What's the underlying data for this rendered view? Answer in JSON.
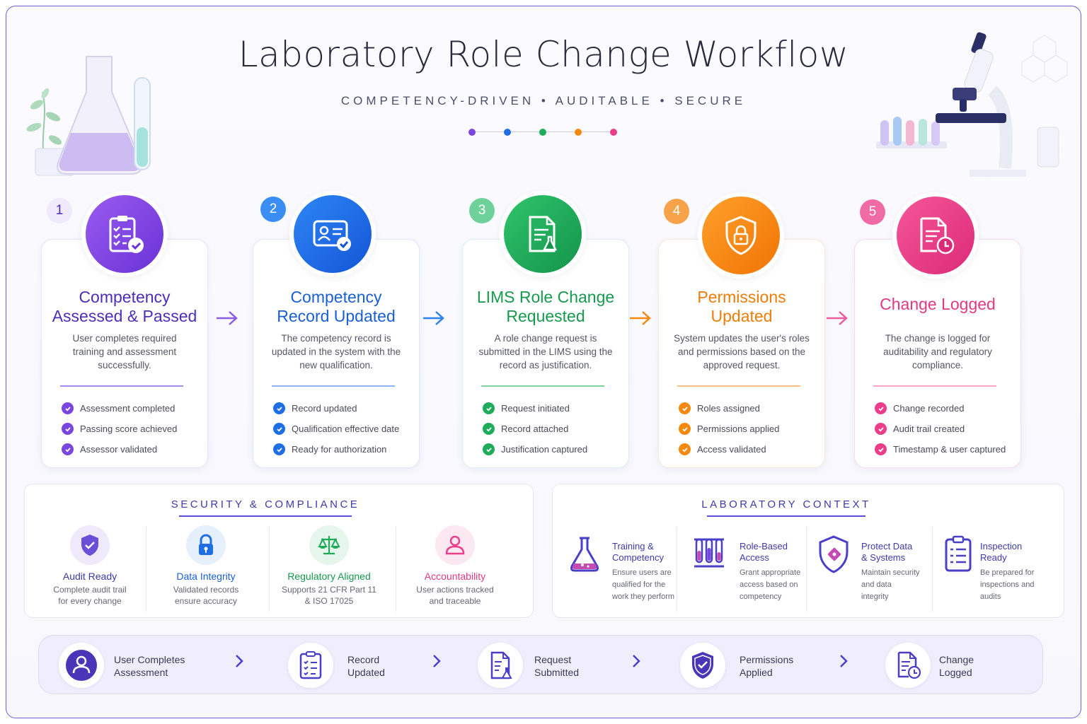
{
  "header": {
    "title": "Laboratory Role Change Workflow",
    "subtitle": "COMPETENCY-DRIVEN  •  AUDITABLE  •  SECURE"
  },
  "colors": {
    "purple": "#7a46e0",
    "blue": "#1e6fe6",
    "green": "#1eab5a",
    "orange": "#f5890f",
    "pink": "#ec3d8a",
    "accent": "#3d3aa8"
  },
  "steps": [
    {
      "number": "1",
      "title_line1": "Competency",
      "title_line2": "Assessed & Passed",
      "description": "User completes required training and assessment successfully.",
      "icon": "clipboard-check-icon",
      "checks": [
        "Assessment completed",
        "Passing score achieved",
        "Assessor validated"
      ]
    },
    {
      "number": "2",
      "title_line1": "Competency",
      "title_line2": "Record Updated",
      "description": "The competency record is updated in the system with the new qualification.",
      "icon": "id-card-check-icon",
      "checks": [
        "Record updated",
        "Qualification effective date",
        "Ready for authorization"
      ]
    },
    {
      "number": "3",
      "title_line1": "LIMS Role Change",
      "title_line2": "Requested",
      "description": "A role change request is submitted in the LIMS using the record as justification.",
      "icon": "document-flask-icon",
      "checks": [
        "Request initiated",
        "Record attached",
        "Justification captured"
      ]
    },
    {
      "number": "4",
      "title_line1": "Permissions",
      "title_line2": "Updated",
      "description": "System updates the user's roles and permissions based on the approved request.",
      "icon": "shield-lock-icon",
      "checks": [
        "Roles assigned",
        "Permissions applied",
        "Access validated"
      ]
    },
    {
      "number": "5",
      "title_line1": "Change Logged",
      "title_line2": "",
      "description": "The change is logged for auditability and regulatory compliance.",
      "icon": "document-clock-icon",
      "checks": [
        "Change recorded",
        "Audit trail created",
        "Timestamp & user captured"
      ]
    }
  ],
  "security": {
    "title": "SECURITY & COMPLIANCE",
    "items": [
      {
        "name": "Audit Ready",
        "desc1": "Complete audit trail",
        "desc2": "for every change",
        "icon": "shield-check-icon"
      },
      {
        "name": "Data Integrity",
        "desc1": "Validated records",
        "desc2": "ensure accuracy",
        "icon": "padlock-icon"
      },
      {
        "name": "Regulatory Aligned",
        "desc1": "Supports 21 CFR Part 11",
        "desc2": "& ISO 17025",
        "icon": "scales-icon"
      },
      {
        "name": "Accountability",
        "desc1": "User actions tracked",
        "desc2": "and traceable",
        "icon": "user-icon"
      }
    ]
  },
  "context": {
    "title": "LABORATORY CONTEXT",
    "items": [
      {
        "name1": "Training &",
        "name2": "Competency",
        "desc1": "Ensure users are",
        "desc2": "qualified for the",
        "desc3": "work they perform",
        "icon": "flask-icon"
      },
      {
        "name1": "Role-Based",
        "name2": "Access",
        "desc1": "Grant appropriate",
        "desc2": "access based on",
        "desc3": "competency",
        "icon": "test-tubes-icon"
      },
      {
        "name1": "Protect Data",
        "name2": "& Systems",
        "desc1": "Maintain security",
        "desc2": "and data",
        "desc3": "integrity",
        "icon": "shield-key-icon"
      },
      {
        "name1": "Inspection",
        "name2": "Ready",
        "desc1": "Be prepared for",
        "desc2": "inspections and",
        "desc3": "audits",
        "icon": "checklist-icon"
      }
    ]
  },
  "flow": [
    {
      "line1": "User Completes",
      "line2": "Assessment",
      "icon": "user-circle-icon"
    },
    {
      "line1": "Record",
      "line2": "Updated",
      "icon": "clipboard-list-icon"
    },
    {
      "line1": "Request",
      "line2": "Submitted",
      "icon": "document-flask-icon"
    },
    {
      "line1": "Permissions",
      "line2": "Applied",
      "icon": "shield-check-icon"
    },
    {
      "line1": "Change",
      "line2": "Logged",
      "icon": "document-clock-icon"
    }
  ]
}
